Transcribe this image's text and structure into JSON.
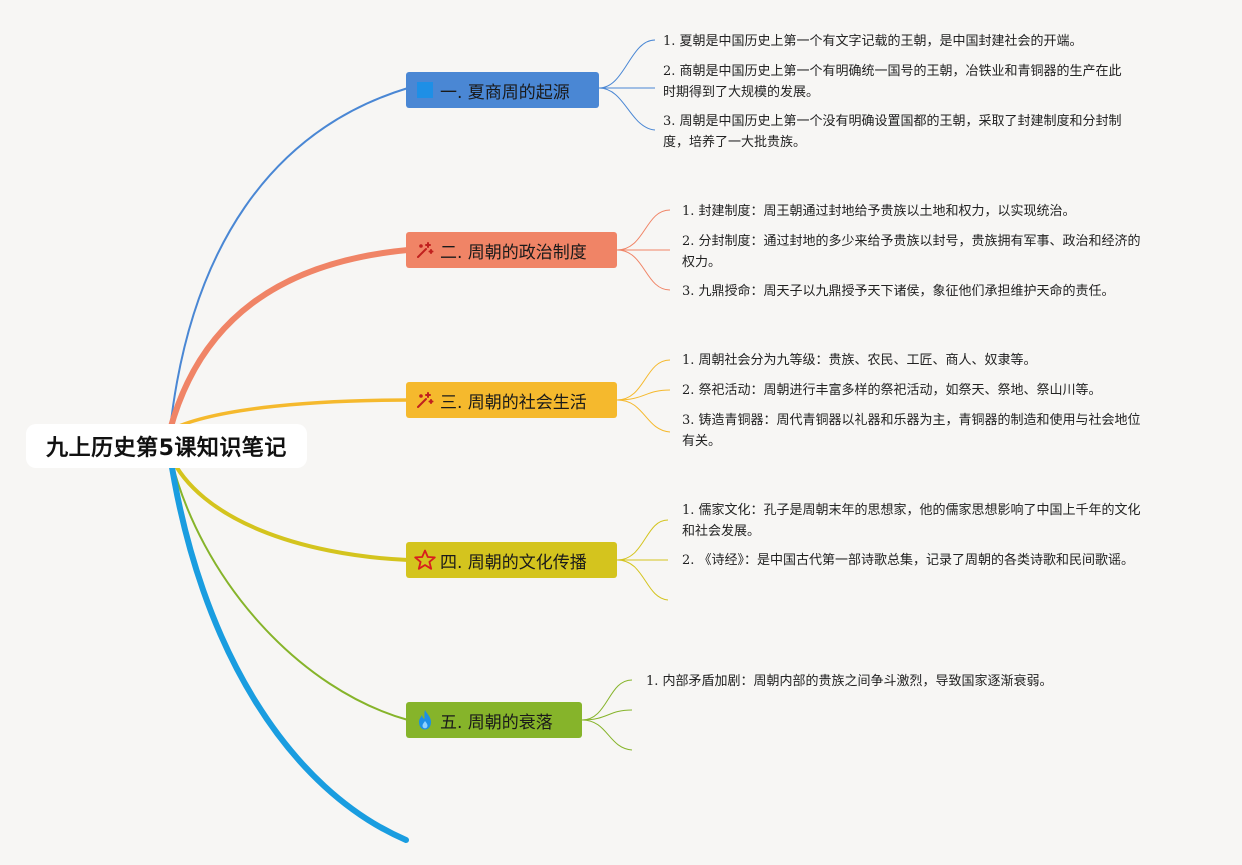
{
  "root": {
    "title": "九上历史第5课知识笔记"
  },
  "colors": {
    "t1": "#4a87d4",
    "t2": "#f08466",
    "t3": "#f5b92d",
    "t4": "#d4c41e",
    "t5": "#86b42a",
    "extra": "#1a9de0"
  },
  "topics": [
    {
      "label": "一. 夏商周的起源",
      "icon": "blue-square-icon",
      "items": [
        [
          "1. 夏朝是中国历史上第一个有文字记载的王朝，是中国封建社会的开端。"
        ],
        [
          "2. 商朝是中国历史上第一个有明确统一国号的王朝，冶铁业和青铜器的生产在此",
          "时期得到了大规模的发展。"
        ],
        [
          "3. 周朝是中国历史上第一个没有明确设置国都的王朝，采取了封建制度和分封制",
          "度，培养了一大批贵族。"
        ]
      ]
    },
    {
      "label": "二. 周朝的政治制度",
      "icon": "sparkle-icon",
      "items": [
        [
          "1. 封建制度：周王朝通过封地给予贵族以土地和权力，以实现统治。"
        ],
        [
          "2. 分封制度：通过封地的多少来给予贵族以封号，贵族拥有军事、政治和经济的",
          "权力。"
        ],
        [
          "3. 九鼎授命：周天子以九鼎授予天下诸侯，象征他们承担维护天命的责任。"
        ]
      ]
    },
    {
      "label": "三. 周朝的社会生活",
      "icon": "sparkle-icon",
      "items": [
        [
          "1. 周朝社会分为九等级：贵族、农民、工匠、商人、奴隶等。"
        ],
        [
          "2. 祭祀活动：周朝进行丰富多样的祭祀活动，如祭天、祭地、祭山川等。"
        ],
        [
          "3. 铸造青铜器：周代青铜器以礼器和乐器为主，青铜器的制造和使用与社会地位",
          "有关。"
        ]
      ]
    },
    {
      "label": "四. 周朝的文化传播",
      "icon": "star-icon",
      "items": [
        [
          "1. 儒家文化：孔子是周朝末年的思想家，他的儒家思想影响了中国上千年的文化",
          "和社会发展。"
        ],
        [
          "2. 《诗经》：是中国古代第一部诗歌总集，记录了周朝的各类诗歌和民间歌谣。"
        ]
      ]
    },
    {
      "label": "五. 周朝的衰落",
      "icon": "flame-icon",
      "items": [
        [
          "1. 内部矛盾加剧：周朝内部的贵族之间争斗激烈，导致国家逐渐衰弱。"
        ]
      ]
    }
  ]
}
